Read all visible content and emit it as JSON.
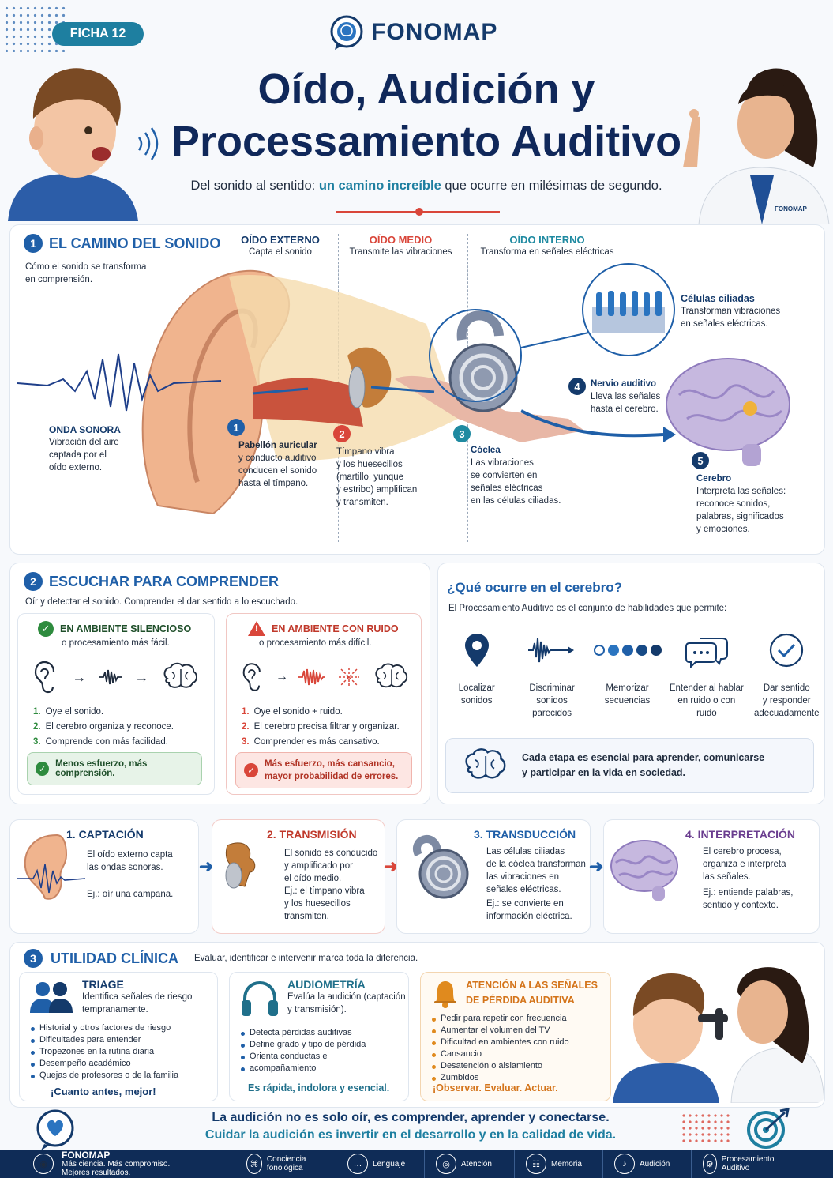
{
  "header": {
    "badge": "FICHA 12",
    "brand": "FONOMAP",
    "title_line1": "Oído, Audición y",
    "title_line2": "Processamiento Auditivo",
    "subtitle_pre": "Del sonido al sentido:",
    "subtitle_highlight": "un camino increíble",
    "subtitle_post": "que ocurre en milésimas de segundo.",
    "coat_logo": "FONOMAP"
  },
  "section1": {
    "number": "1",
    "title": "EL CAMINO DEL SONIDO",
    "desc_line1": "Cómo el sonido se transforma",
    "desc_line2": "en comprensión.",
    "external": {
      "title": "OÍDO EXTERNO",
      "desc": "Capta el sonido"
    },
    "middle": {
      "title": "OÍDO MEDIO",
      "desc": "Transmite las vibraciones"
    },
    "inner": {
      "title": "OÍDO INTERNO",
      "desc": "Transforma en señales eléctricas"
    },
    "wave": {
      "title": "ONDA SONORA",
      "l1": "Vibración del aire",
      "l2": "captada por el",
      "l3": "oído externo."
    },
    "hair": {
      "title": "Células ciliadas",
      "l1": "Transforman vibraciones",
      "l2": "en señales eléctricas."
    },
    "steps": [
      {
        "n": "1",
        "lines": [
          "Pabellón auricular",
          "y conducto auditivo",
          "conducen el sonido",
          "hasta el tímpano."
        ]
      },
      {
        "n": "2",
        "lines": [
          "Tímpano vibra",
          "y los huesecillos",
          "(martillo, yunque",
          "y estribo) amplifican",
          "y transmiten."
        ]
      },
      {
        "n": "3",
        "title": "Cóclea",
        "lines": [
          "Las vibraciones",
          "se convierten en",
          "señales eléctricas",
          "en las células ciliadas."
        ]
      },
      {
        "n": "4",
        "title": "Nervio auditivo",
        "lines": [
          "Lleva las señales",
          "hasta el cerebro."
        ]
      },
      {
        "n": "5",
        "title": "Cerebro",
        "lines": [
          "Interpreta las señales:",
          "reconoce sonidos,",
          "palabras, significados",
          "y emociones."
        ]
      }
    ]
  },
  "section2": {
    "number": "2",
    "title": "ESCUCHAR PARA COMPRENDER",
    "desc": "Oír y detectar el sonido. Comprender el dar sentido a lo escuchado.",
    "quiet": {
      "title": "EN AMBIENTE SILENCIOSO",
      "sub": "o procesamiento más fácil.",
      "items": [
        {
          "n": "1.",
          "t": "Oye el sonido."
        },
        {
          "n": "2.",
          "t": "El cerebro organiza y reconoce."
        },
        {
          "n": "3.",
          "t": "Comprende con más facilidad."
        }
      ],
      "result": "Menos esfuerzo, más comprensión."
    },
    "noise": {
      "title": "EN AMBIENTE CON RUIDO",
      "sub": "o procesamiento más difícil.",
      "items": [
        {
          "n": "1.",
          "t": "Oye el sonido + ruido."
        },
        {
          "n": "2.",
          "t": "El cerebro precisa filtrar y organizar."
        },
        {
          "n": "3.",
          "t": "Comprender es más cansativo."
        }
      ],
      "result_l1": "Más esfuerzo, más cansancio,",
      "result_l2": "mayor probabilidad de errores."
    }
  },
  "brain": {
    "title": "¿Qué ocurre en el cerebro?",
    "desc": "El Procesamiento Auditivo es el conjunto de habilidades que permite:",
    "skills": [
      {
        "l1": "Localizar",
        "l2": "sonidos",
        "l3": ""
      },
      {
        "l1": "Discriminar",
        "l2": "sonidos parecidos",
        "l3": ""
      },
      {
        "l1": "Memorizar",
        "l2": "secuencias",
        "l3": ""
      },
      {
        "l1": "Entender al hablar",
        "l2": "en ruido o con",
        "l3": "ruido"
      },
      {
        "l1": "Dar sentido",
        "l2": "y responder",
        "l3": "adecuadamente"
      }
    ],
    "note_l1": "Cada etapa es esencial para aprender, comunicarse",
    "note_l2": "y participar en la vida en sociedad."
  },
  "process": [
    {
      "title": "1. CAPTACIÓN",
      "lines": [
        "El oído externo capta",
        "las ondas sonoras."
      ],
      "ex": "Ej.: oír una campana."
    },
    {
      "title": "2. TRANSMISIÓN",
      "lines": [
        "El sonido es conducido",
        "y amplificado por",
        "el oído medio.",
        "Ej.: el tímpano vibra",
        "y los huesecillos",
        "transmiten."
      ],
      "ex": ""
    },
    {
      "title": "3. TRANSDUCCIÓN",
      "lines": [
        "Las células ciliadas",
        "de la cóclea transforman",
        "las vibraciones en",
        "señales eléctricas."
      ],
      "ex": "Ej.: se convierte en",
      "ex2": "información eléctrica."
    },
    {
      "title": "4. INTERPRETACIÓN",
      "lines": [
        "El cerebro procesa,",
        "organiza e interpreta",
        "las señales."
      ],
      "ex": "Ej.: entiende palabras,",
      "ex2": "sentido y contexto."
    }
  ],
  "section3": {
    "number": "3",
    "title": "UTILIDAD CLÍNICA",
    "desc": "Evaluar, identificar e intervenir marca toda la diferencia.",
    "triage": {
      "title": "TRIAGE",
      "l1": "Identifica señales de riesgo",
      "l2": "tempranamente.",
      "items": [
        "Historial y otros factores de riesgo",
        "Dificultades para entender",
        "Tropezones en la rutina diaria",
        "Desempeño académico",
        "Quejas de profesores o de la familia"
      ],
      "cta": "¡Cuanto antes, mejor!"
    },
    "audiometry": {
      "title": "AUDIOMETRÍA",
      "l1": "Evalúa la audición (captación",
      "l2": "y transmisión).",
      "items": [
        "Detecta pérdidas auditivas",
        "Define grado y tipo de pérdida",
        "Orienta conductas e",
        "acompañamiento"
      ],
      "cta": "Es rápida, indolora y esencial."
    },
    "signals": {
      "title_l1": "ATENCIÓN A LAS SEÑALES",
      "title_l2": "DE PÉRDIDA AUDITIVA",
      "items": [
        "Pedir para repetir con frecuencia",
        "Aumentar el volumen del TV",
        "Dificultad en ambientes con ruido",
        "Cansancio",
        "Desatención o aislamiento",
        "Zumbidos"
      ],
      "cta": "¡Observar. Evaluar. Actuar."
    }
  },
  "closing": {
    "l1": "La audición no es solo oír, es comprender, aprender y conectarse.",
    "l2": "Cuidar la audición es invertir en el desarrollo y en la calidad de vida."
  },
  "footer": {
    "brand": "FONOMAP",
    "tag1": "Más ciencia. Más compromiso.",
    "tag2": "Mejores resultados.",
    "items": [
      {
        "icon": "brain-icon",
        "label": "Conciencia fonológica"
      },
      {
        "icon": "speech-icon",
        "label": "Lenguaje"
      },
      {
        "icon": "target-icon",
        "label": "Atención"
      },
      {
        "icon": "memory-icon",
        "label": "Memoria"
      },
      {
        "icon": "ear-icon",
        "label": "Audición"
      },
      {
        "icon": "processing-icon",
        "label": "Procesamiento Auditivo"
      }
    ]
  },
  "colors": {
    "navy": "#143a6b",
    "blue": "#1f5fa8",
    "red": "#d9463a",
    "teal": "#1f8aa1",
    "green": "#2e8b3e",
    "orange": "#e08a1e",
    "purple": "#6a3d8f"
  }
}
